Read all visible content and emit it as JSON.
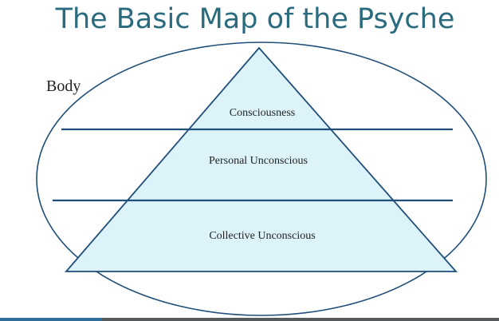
{
  "slide": {
    "title": "The Basic Map of the Psyche"
  },
  "diagram": {
    "outer_label": "Body",
    "layers": [
      {
        "name": "Consciousness"
      },
      {
        "name": "Personal Unconscious"
      },
      {
        "name": "Collective Unconscious"
      }
    ]
  },
  "colors": {
    "title": "#2b6b7f",
    "stroke": "#1f4e79",
    "triangle_fill": "#dbf3f9"
  }
}
